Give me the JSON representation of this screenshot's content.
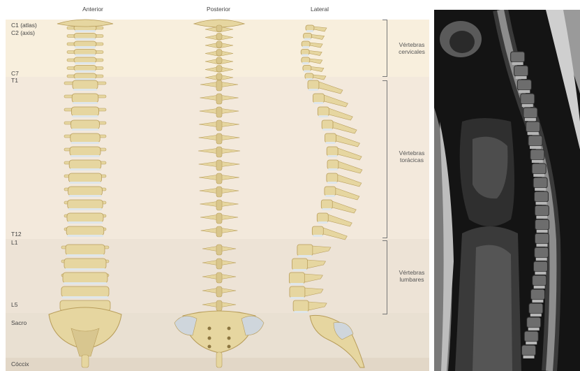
{
  "views": {
    "anterior": "Anterior",
    "posterior": "Posterior",
    "lateral": "Lateral"
  },
  "vertebra_labels": {
    "c1": "C1 (atlas)",
    "c2": "C2 (axis)",
    "c7": "C7",
    "t1": "T1",
    "t12": "T12",
    "l1": "L1",
    "l5": "L5",
    "sacro": "Sacro",
    "coccix": "Cóccix"
  },
  "regions": {
    "cervical": [
      "Vértebras",
      "cervicales"
    ],
    "thoracic": [
      "Vértebras",
      "torácicas"
    ],
    "lumbar": [
      "Vértebras",
      "lumbares"
    ]
  },
  "colors": {
    "cervical_band": "#f8efdd",
    "thoracic_band": "#f3e9dc",
    "lumbar_band": "#ede3d6",
    "sacral_band": "#e9e0d2",
    "coccyx_band": "#e2d7c7",
    "bone": "#e6d6a0",
    "bone_shadow": "#b89d5a",
    "disc": "#dfe6ea",
    "mri_background": "#141414"
  },
  "icons": [
    "spine-anterior-illustration",
    "spine-posterior-illustration",
    "spine-lateral-illustration",
    "mri-sagittal-image"
  ]
}
